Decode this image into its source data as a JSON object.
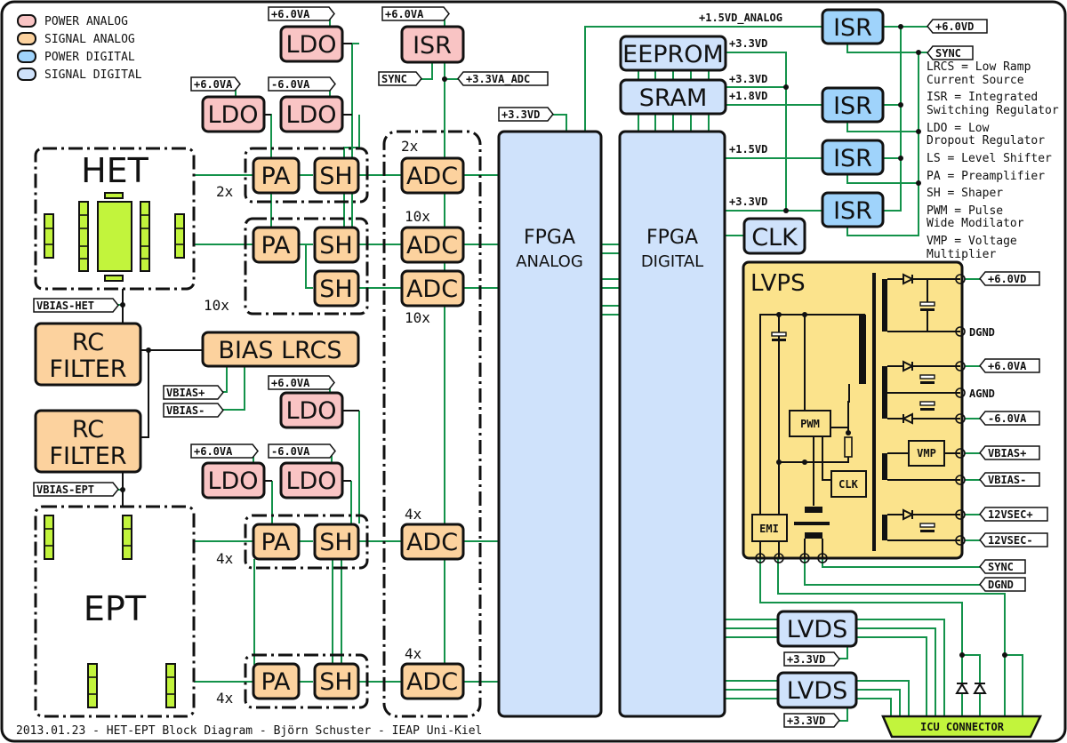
{
  "title": "HET-EPT Block Diagram",
  "footer": "2013.01.23 - HET-EPT Block Diagram - Björn Schuster - IEAP Uni-Kiel",
  "colors": {
    "power_analog": "#f9c4c4",
    "signal_analog": "#fcd29e",
    "power_digital": "#9fd3fb",
    "signal_digital": "#cfe2fb",
    "lvps": "#fbe38c",
    "detector": "#c2f43c",
    "wire": "#13924a"
  },
  "legend": [
    {
      "label": "POWER ANALOG",
      "color": "#f9c4c4"
    },
    {
      "label": "SIGNAL ANALOG",
      "color": "#fcd29e"
    },
    {
      "label": "POWER DIGITAL",
      "color": "#9fd3fb"
    },
    {
      "label": "SIGNAL DIGITAL",
      "color": "#cfe2fb"
    }
  ],
  "definitions": [
    {
      "line1": "LRCS = Low Ramp",
      "line2": "Current Source"
    },
    {
      "line1": "ISR = Integrated",
      "line2": "Switching Regulator"
    },
    {
      "line1": "LDO = Low",
      "line2": "Dropout Regulator"
    },
    {
      "line1": "LS = Level Shifter",
      "line2": ""
    },
    {
      "line1": "PA = Preamplifier",
      "line2": ""
    },
    {
      "line1": "SH = Shaper",
      "line2": ""
    },
    {
      "line1": "PWM = Pulse",
      "line2": "Wide Modilator"
    },
    {
      "line1": "VMP = Voltage",
      "line2": "Multiplier"
    }
  ],
  "blocks": {
    "het": "HET",
    "ept": "EPT",
    "pa": "PA",
    "sh": "SH",
    "adc": "ADC",
    "ldo": "LDO",
    "isr": "ISR",
    "rc_filter_1": "RC",
    "rc_filter_2": "FILTER",
    "bias_lrcs": "BIAS LRCS",
    "fpga_analog_1": "FPGA",
    "fpga_analog_2": "ANALOG",
    "fpga_digital_1": "FPGA",
    "fpga_digital_2": "DIGITAL",
    "eeprom": "EEPROM",
    "sram": "SRAM",
    "clk": "CLK",
    "lvds": "LVDS",
    "lvps": "LVPS",
    "pwm": "PWM",
    "emi": "EMI",
    "vmp": "VMP",
    "lvps_clk": "CLK",
    "icu_connector": "ICU CONNECTOR"
  },
  "multipliers": {
    "het_pa1": "2x",
    "het_pa2": "10x",
    "adc1": "2x",
    "adc2": "10x",
    "adc3": "10x",
    "ept_pa1": "4x",
    "ept_pa2": "4x",
    "adc4": "4x",
    "adc5": "4x"
  },
  "tags": {
    "ldo_top": "+6.0VA",
    "isr_top": "+6.0VA",
    "sync_isr": "SYNC",
    "adc_supply": "+3.3VA_ADC",
    "ldo_l1": "+6.0VA",
    "ldo_l2": "-6.0VA",
    "fpga_supply": "+3.3VD",
    "vbias_het": "VBIAS-HET",
    "vbias_plus": "VBIAS+",
    "vbias_minus": "VBIAS-",
    "ldo_mid": "+6.0VA",
    "vbias_ept": "VBIAS-EPT",
    "ldo_b1": "+6.0VA",
    "ldo_b2": "-6.0VA",
    "isr_out": "+6.0VD",
    "isr_sync": "SYNC",
    "lvps_6vd": "+6.0VD",
    "lvps_6va": "+6.0VA",
    "lvps_m6va": "-6.0VA",
    "lvps_vbp": "VBIAS+",
    "lvps_vbm": "VBIAS-",
    "lvps_12p": "12VSEC+",
    "lvps_12m": "12VSEC-",
    "lvps_sync": "SYNC",
    "lvps_dgnd": "DGND",
    "lvds1": "+3.3VD",
    "lvds2": "+3.3VD"
  },
  "nets": {
    "v15_analog": "+1.5VD_ANALOG",
    "eeprom_33": "+3.3VD",
    "sram_33": "+3.3VD",
    "sram_18": "+1.8VD",
    "v15": "+1.5VD",
    "v33": "+3.3VD",
    "dgnd": "DGND",
    "agnd": "AGND"
  }
}
